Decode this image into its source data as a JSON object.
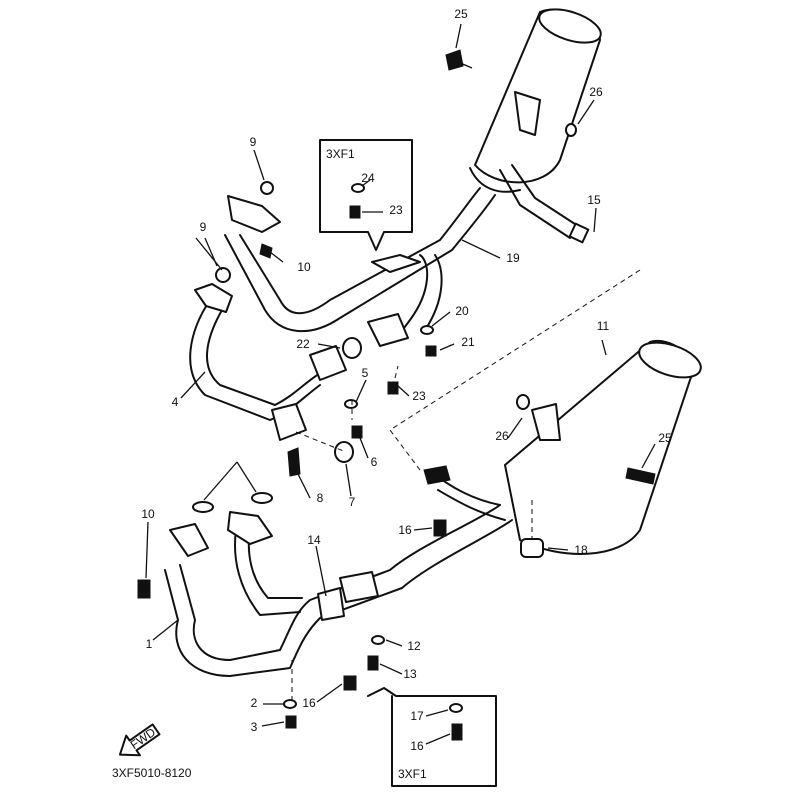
{
  "diagram": {
    "drawing_code": "3XF5010-8120",
    "callouts": [
      "25",
      "26",
      "15",
      "9",
      "10",
      "19",
      "9",
      "20",
      "22",
      "21",
      "5",
      "4",
      "23",
      "24",
      "23",
      "11",
      "26",
      "25",
      "6",
      "8",
      "7",
      "16",
      "18",
      "10",
      "14",
      "1",
      "12",
      "13",
      "2",
      "16",
      "3",
      "17",
      "16"
    ],
    "inset_boxes": [
      {
        "label": "3XF1",
        "parts": [
          "24",
          "23"
        ]
      },
      {
        "label": "3XF1",
        "parts": [
          "17",
          "16"
        ]
      }
    ],
    "front_arrow_text": "FWD"
  }
}
